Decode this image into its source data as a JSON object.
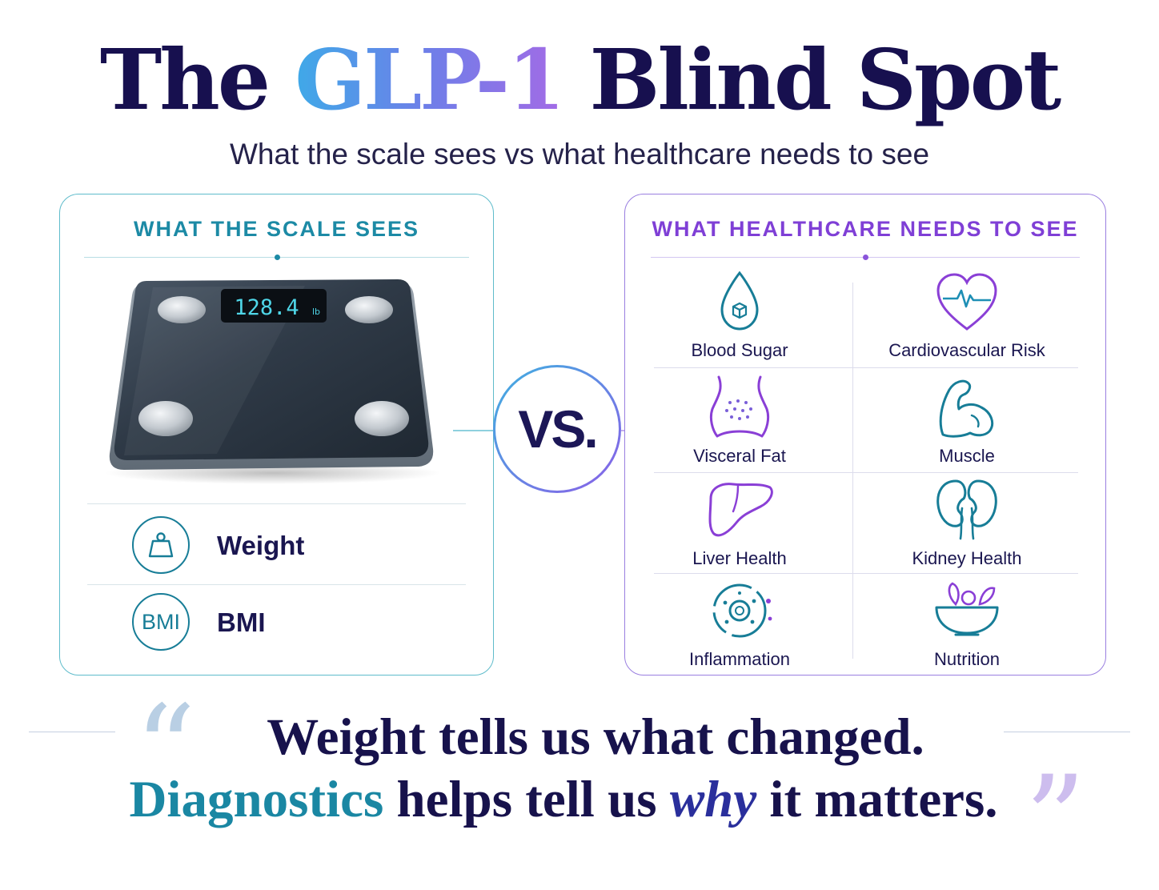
{
  "header": {
    "title_pre": "The ",
    "title_accent": "GLP-1",
    "title_post": " Blind Spot",
    "subtitle": "What the scale sees vs what healthcare needs to see"
  },
  "left_panel": {
    "heading": "WHAT THE SCALE SEES",
    "scale_display": "128.4",
    "scale_unit": "lb",
    "metrics": [
      {
        "label": "Weight",
        "icon": "weight-icon"
      },
      {
        "label": "BMI",
        "icon_text": "BMI"
      }
    ]
  },
  "vs_label": "VS.",
  "right_panel": {
    "heading": "WHAT HEALTHCARE NEEDS TO SEE",
    "items": [
      {
        "label": "Blood Sugar",
        "icon": "blood-drop-icon"
      },
      {
        "label": "Cardiovascular Risk",
        "icon": "heart-pulse-icon"
      },
      {
        "label": "Visceral Fat",
        "icon": "torso-icon"
      },
      {
        "label": "Muscle",
        "icon": "flexed-arm-icon"
      },
      {
        "label": "Liver Health",
        "icon": "liver-icon"
      },
      {
        "label": "Kidney Health",
        "icon": "kidneys-icon"
      },
      {
        "label": "Inflammation",
        "icon": "inflammation-cell-icon"
      },
      {
        "label": "Nutrition",
        "icon": "salad-bowl-icon"
      }
    ]
  },
  "quote": {
    "line1": "Weight tells us what changed.",
    "line2_a": "Diagnostics",
    "line2_b": " helps tell us ",
    "line2_c": "why",
    "line2_d": " it matters."
  },
  "colors": {
    "navy": "#17104f",
    "teal": "#1c8aa5",
    "purple": "#7f3fd6"
  }
}
